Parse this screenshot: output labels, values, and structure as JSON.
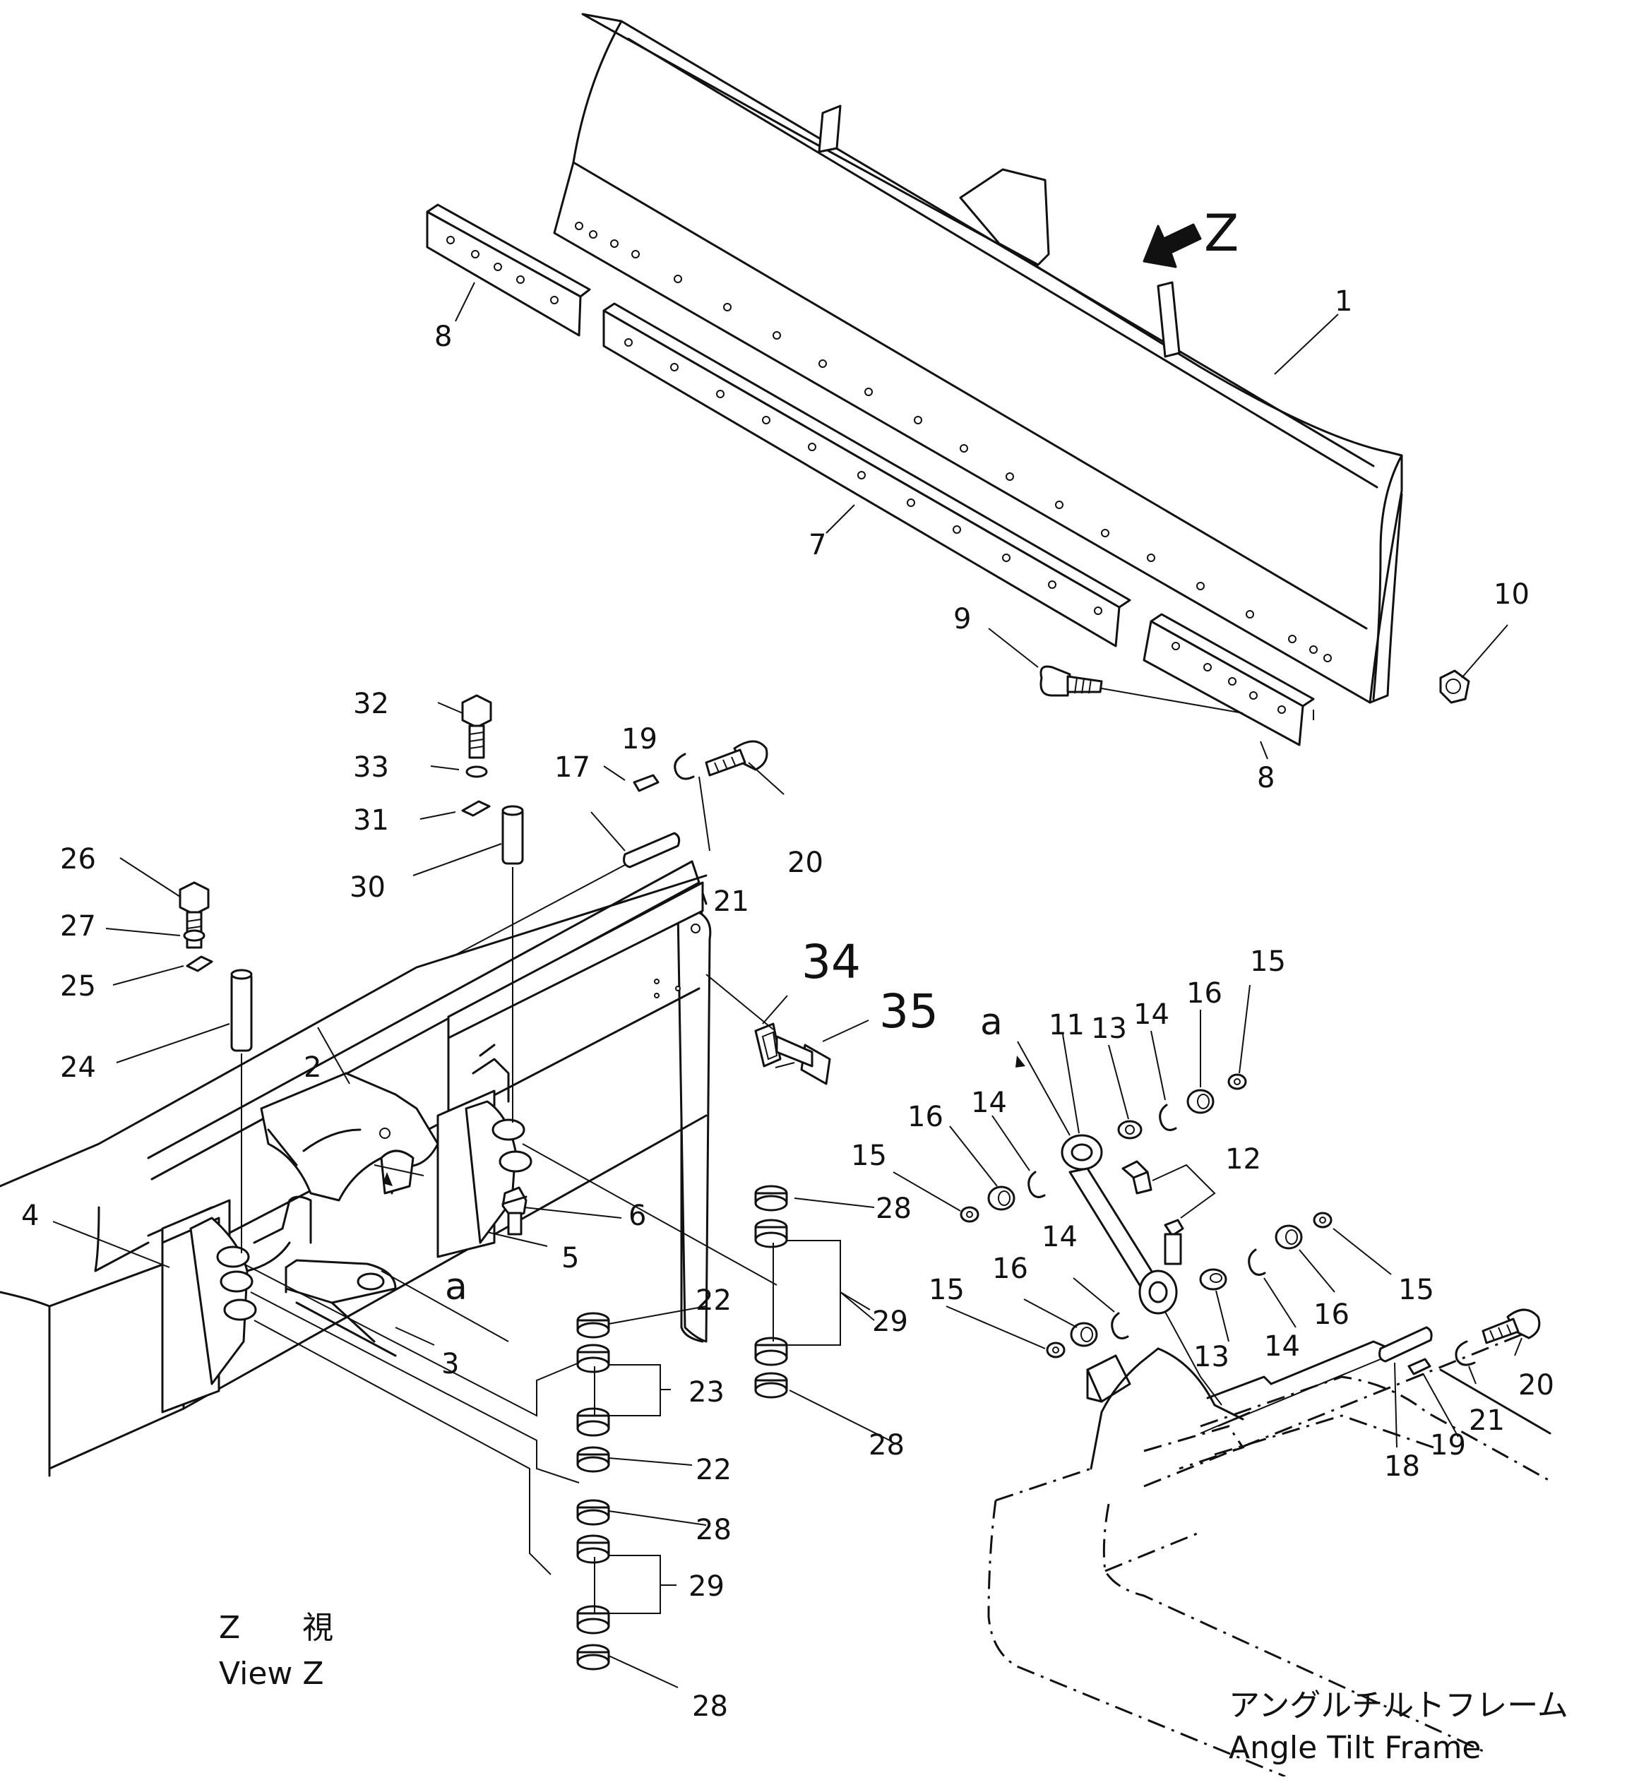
{
  "callouts": [
    {
      "id": "c1",
      "text": "1"
    },
    {
      "id": "c2",
      "text": "2"
    },
    {
      "id": "c3",
      "text": "3"
    },
    {
      "id": "c4",
      "text": "4"
    },
    {
      "id": "c5",
      "text": "5"
    },
    {
      "id": "c6",
      "text": "6"
    },
    {
      "id": "c7",
      "text": "7"
    },
    {
      "id": "c8a",
      "text": "8"
    },
    {
      "id": "c8b",
      "text": "8"
    },
    {
      "id": "c9",
      "text": "9"
    },
    {
      "id": "c10",
      "text": "10"
    },
    {
      "id": "c11",
      "text": "11"
    },
    {
      "id": "c12",
      "text": "12"
    },
    {
      "id": "c13a",
      "text": "13"
    },
    {
      "id": "c13b",
      "text": "13"
    },
    {
      "id": "c14a",
      "text": "14"
    },
    {
      "id": "c14b",
      "text": "14"
    },
    {
      "id": "c14c",
      "text": "14"
    },
    {
      "id": "c14d",
      "text": "14"
    },
    {
      "id": "c15a",
      "text": "15"
    },
    {
      "id": "c15b",
      "text": "15"
    },
    {
      "id": "c15c",
      "text": "15"
    },
    {
      "id": "c15d",
      "text": "15"
    },
    {
      "id": "c16a",
      "text": "16"
    },
    {
      "id": "c16b",
      "text": "16"
    },
    {
      "id": "c16c",
      "text": "16"
    },
    {
      "id": "c16d",
      "text": "16"
    },
    {
      "id": "c17",
      "text": "17"
    },
    {
      "id": "c18",
      "text": "18"
    },
    {
      "id": "c19a",
      "text": "19"
    },
    {
      "id": "c19b",
      "text": "19"
    },
    {
      "id": "c20a",
      "text": "20"
    },
    {
      "id": "c20b",
      "text": "20"
    },
    {
      "id": "c21a",
      "text": "21"
    },
    {
      "id": "c21b",
      "text": "21"
    },
    {
      "id": "c22a",
      "text": "22"
    },
    {
      "id": "c22b",
      "text": "22"
    },
    {
      "id": "c23",
      "text": "23"
    },
    {
      "id": "c24",
      "text": "24"
    },
    {
      "id": "c25",
      "text": "25"
    },
    {
      "id": "c26",
      "text": "26"
    },
    {
      "id": "c27",
      "text": "27"
    },
    {
      "id": "c28a",
      "text": "28"
    },
    {
      "id": "c28b",
      "text": "28"
    },
    {
      "id": "c28c",
      "text": "28"
    },
    {
      "id": "c28d",
      "text": "28"
    },
    {
      "id": "c29a",
      "text": "29"
    },
    {
      "id": "c29b",
      "text": "29"
    },
    {
      "id": "c30",
      "text": "30"
    },
    {
      "id": "c31",
      "text": "31"
    },
    {
      "id": "c32",
      "text": "32"
    },
    {
      "id": "c33",
      "text": "33"
    },
    {
      "id": "c34",
      "text": "34"
    },
    {
      "id": "c35",
      "text": "35"
    },
    {
      "id": "ca1",
      "text": "a"
    },
    {
      "id": "ca2",
      "text": "a"
    }
  ],
  "view_marker": "Z",
  "view_caption": {
    "jp": "Z　　視",
    "en": "View Z"
  },
  "frame_caption": {
    "jp": "アングルチルトフレーム",
    "en": "Angle Tilt Frame"
  }
}
